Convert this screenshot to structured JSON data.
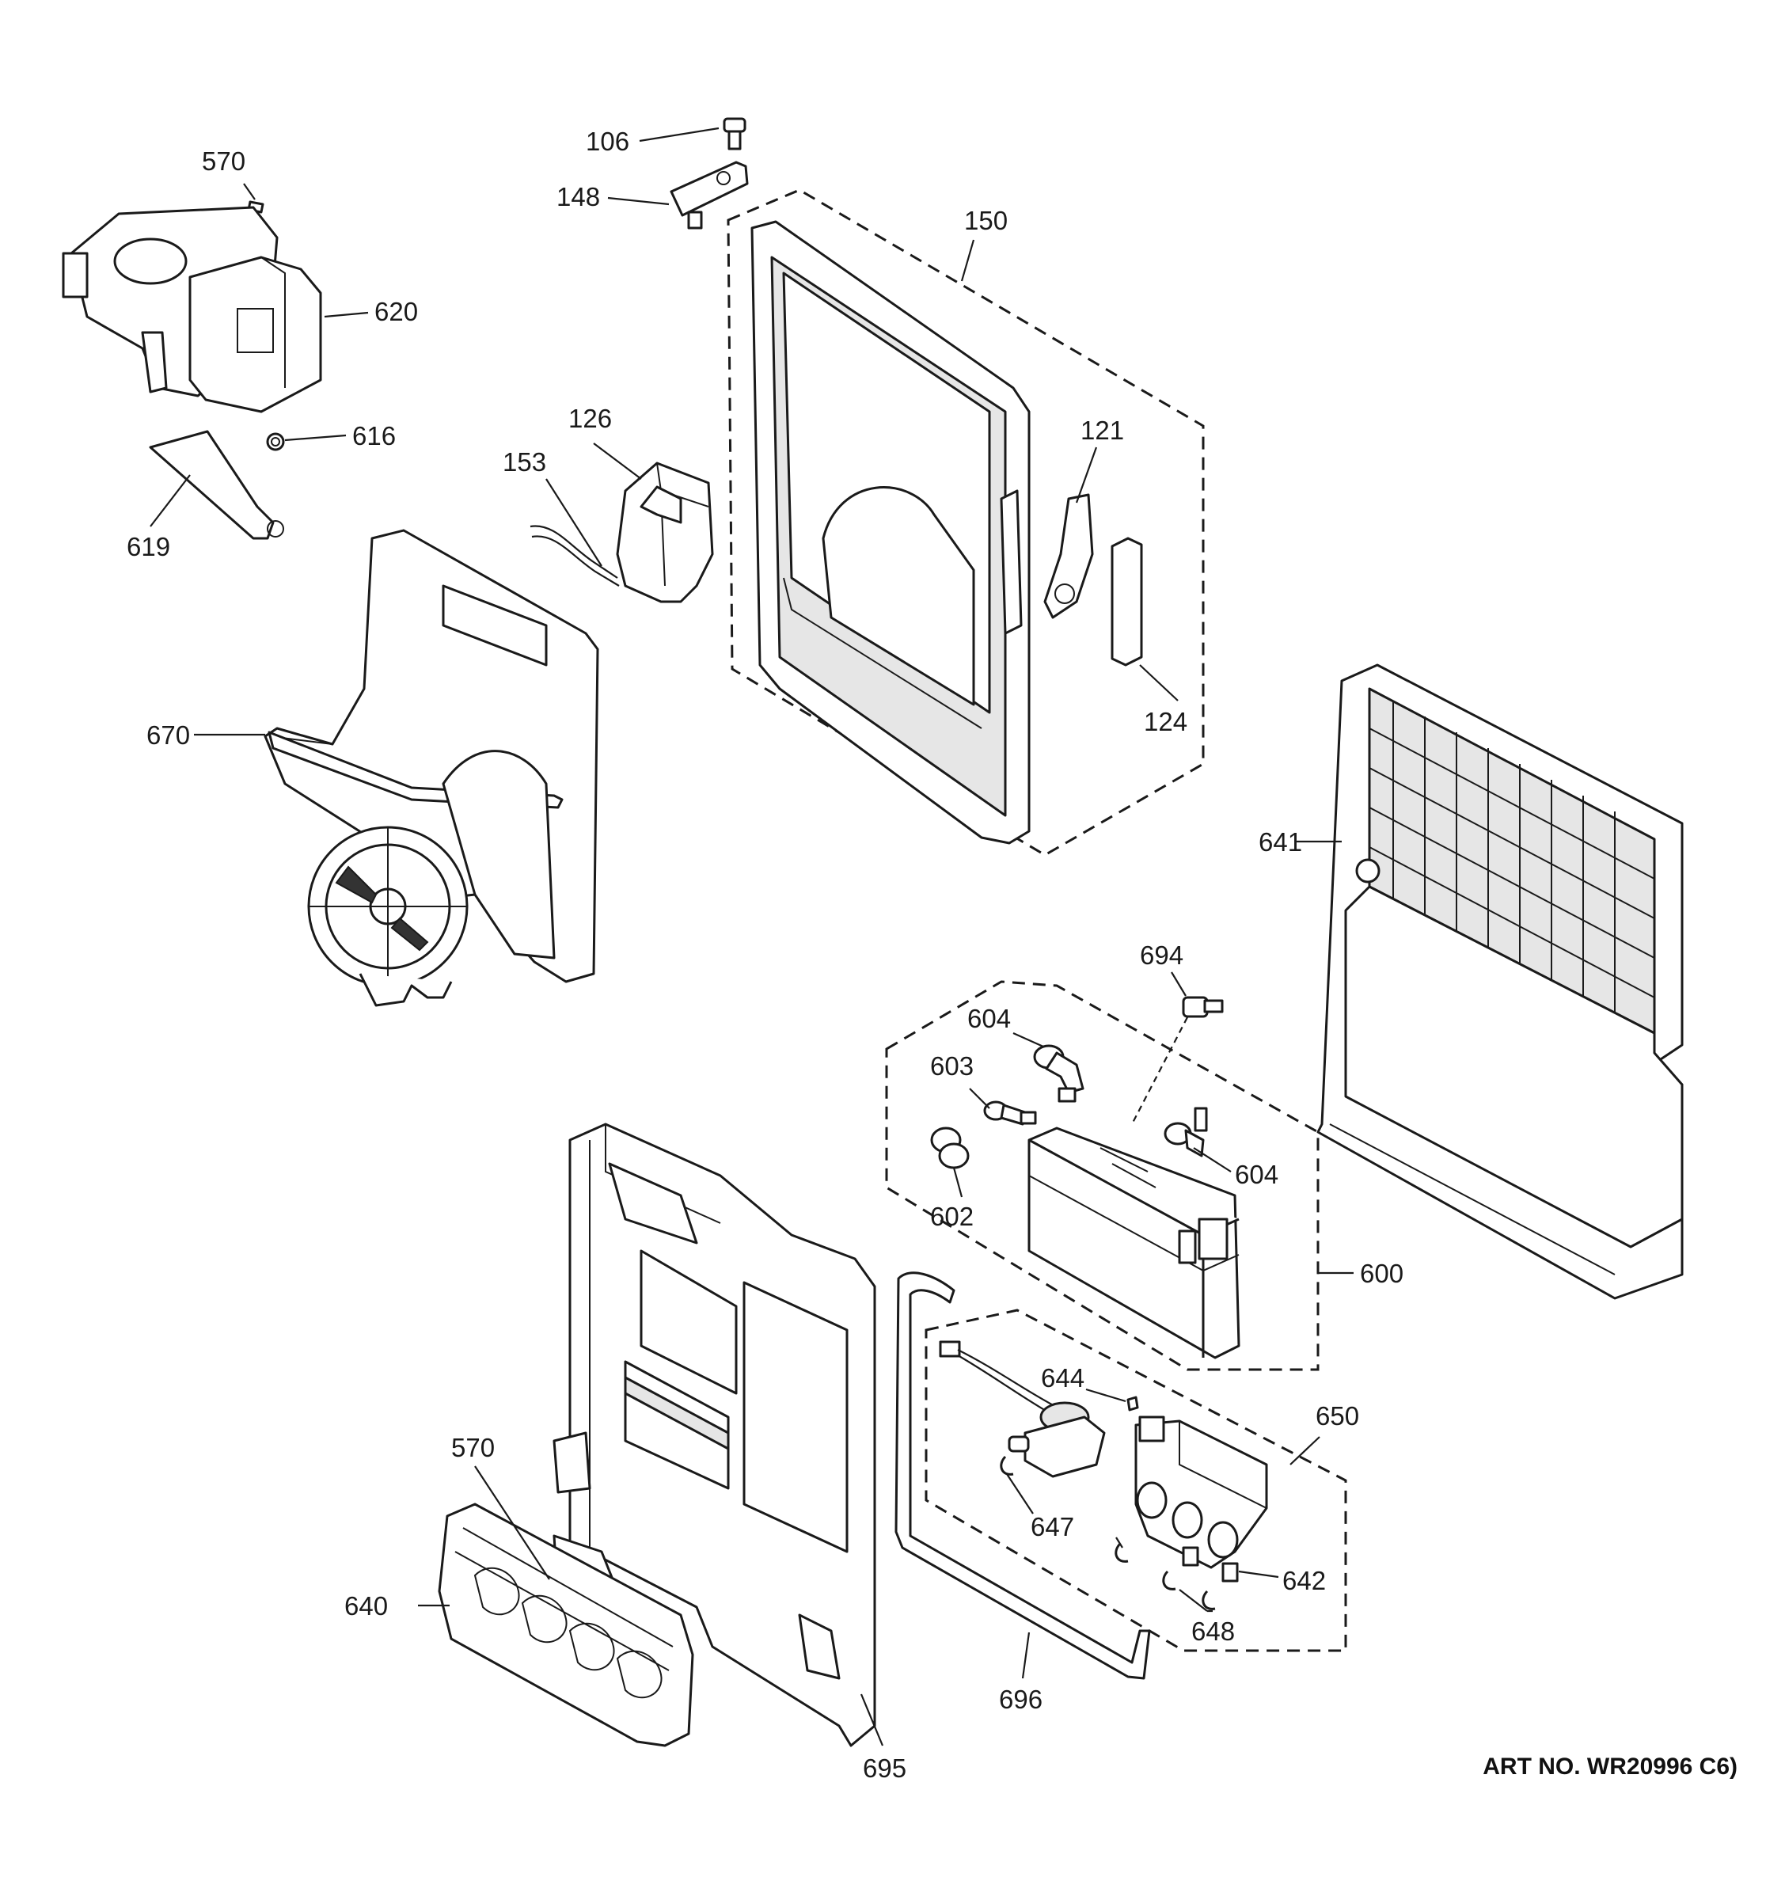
{
  "art_number": "ART NO. WR20996 C6)",
  "callouts": {
    "c106": "106",
    "c148": "148",
    "c150": "150",
    "c570a": "570",
    "c620": "620",
    "c616": "616",
    "c619": "619",
    "c126": "126",
    "c153": "153",
    "c121": "121",
    "c124": "124",
    "c670": "670",
    "c641": "641",
    "c694": "694",
    "c604a": "604",
    "c603": "603",
    "c602": "602",
    "c604b": "604",
    "c600": "600",
    "c644": "644",
    "c650": "650",
    "c647": "647",
    "c642": "642",
    "c648": "648",
    "c696": "696",
    "c570b": "570",
    "c640": "640",
    "c695": "695"
  }
}
